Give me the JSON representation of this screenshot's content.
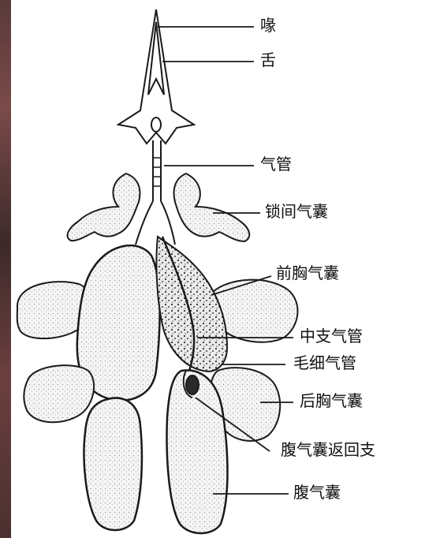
{
  "labels": {
    "larynx": "喙",
    "tongue": "舌",
    "trachea": "气管",
    "interclavicular_air_sac": "锁间气囊",
    "anterior_thoracic_air_sac": "前胸气囊",
    "mesobronchus": "中支气管",
    "parabronchi": "毛细气管",
    "posterior_thoracic_air_sac": "后胸气囊",
    "abdominal_recurrent_branch": "腹气囊返回支",
    "abdominal_air_sac": "腹气囊"
  },
  "colors": {
    "ink": "#1a1a1a",
    "background": "#ffffff",
    "stipple": "#9a9a9a",
    "side_strip": "#5a3a3a"
  }
}
